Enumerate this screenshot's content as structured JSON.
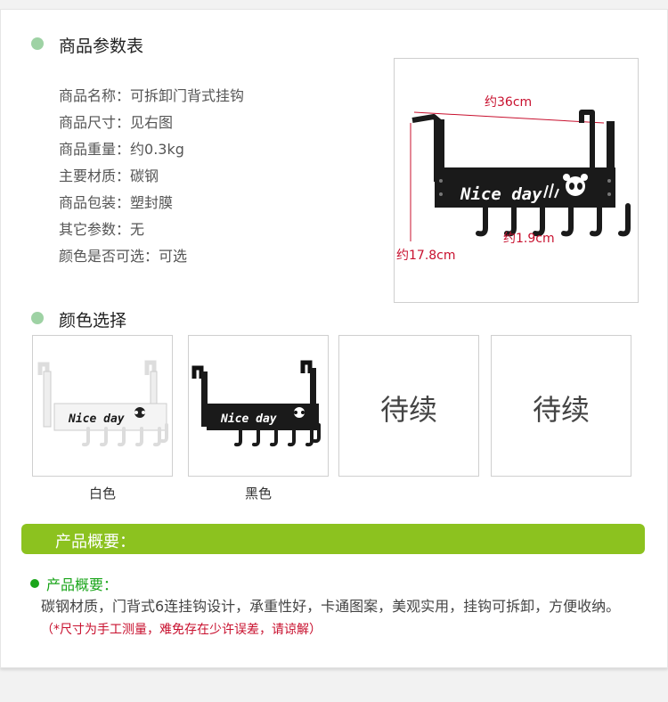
{
  "section1": {
    "title": "商品参数表"
  },
  "params": [
    {
      "key": "商品名称",
      "value": "可拆卸门背式挂钩"
    },
    {
      "key": "商品尺寸",
      "value": "见右图"
    },
    {
      "key": "商品重量",
      "value": "约0.3kg"
    },
    {
      "key": "主要材质",
      "value": "碳钢"
    },
    {
      "key": "商品包装",
      "value": "塑封膜"
    },
    {
      "key": "其它参数",
      "value": "无"
    },
    {
      "key": "颜色是否可选",
      "value": "可选"
    }
  ],
  "separator": "：",
  "photo": {
    "width_label": "约36cm",
    "height_label": "约17.8cm",
    "hook_label": "约1.9cm",
    "print_text": "Nice day"
  },
  "section2": {
    "title": "颜色选择"
  },
  "colors": [
    {
      "label": "白色",
      "swatch_text": ""
    },
    {
      "label": "黑色",
      "swatch_text": ""
    },
    {
      "label": "",
      "swatch_text": "待续"
    },
    {
      "label": "",
      "swatch_text": "待续"
    }
  ],
  "overview_bar": {
    "title": "产品概要："
  },
  "overview": {
    "head": "产品概要：",
    "text": "碳钢材质，门背式6连挂钩设计，承重性好，卡通图案，美观实用，挂钩可拆卸，方便收纳。",
    "note": "（*尺寸为手工测量，难免存在少许误差，请谅解）"
  },
  "theme": {
    "accent_green": "#8cc21f",
    "dot_green": "#9ed2a4",
    "text_green": "#1aa51a",
    "note_red": "#c8102e"
  }
}
